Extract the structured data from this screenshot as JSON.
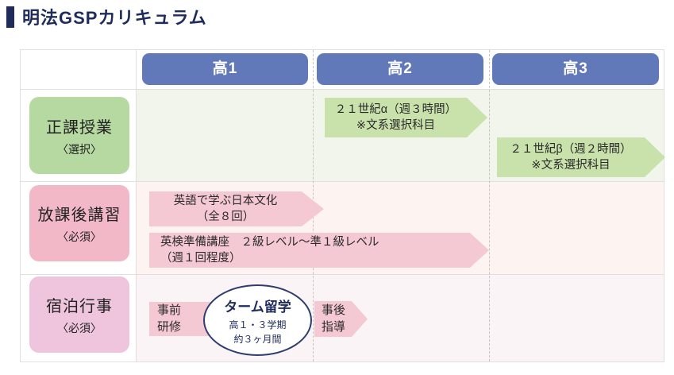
{
  "title": "明法GSPカリキュラム",
  "columns": [
    {
      "label": "高1"
    },
    {
      "label": "高2"
    },
    {
      "label": "高3"
    }
  ],
  "row_headers": [
    {
      "label": "正課授業",
      "tag": "〈選択〉"
    },
    {
      "label": "放課後講習",
      "tag": "〈必須〉"
    },
    {
      "label": "宿泊行事",
      "tag": "〈必須〉"
    }
  ],
  "regular_classes": {
    "alpha": {
      "line1": "２１世紀α（週３時間）",
      "line2": "※文系選択科目"
    },
    "beta": {
      "line1": "２１世紀β（週２時間）",
      "line2": "※文系選択科目"
    }
  },
  "after_school": {
    "japan_culture": {
      "line1": "英語で学ぶ日本文化",
      "line2": "（全８回）"
    },
    "eiken": {
      "line1": "英検準備講座　２級レベル～準１級レベル",
      "line2": "（週１回程度）"
    }
  },
  "overnight": {
    "pre_training": {
      "line1": "事前",
      "line2": "研修"
    },
    "term_study": {
      "title": "ターム留学",
      "sub1": "高１・３学期",
      "sub2": "約３ヶ月間"
    },
    "post_guidance": {
      "line1": "事後",
      "line2": "指導"
    }
  },
  "colors": {
    "accent_navy": "#1f2b5b",
    "header_blue": "#6279b9",
    "green_box": "#b6d8a1",
    "pink_box": "#f3b8c7",
    "purple_pink_box": "#eec5dc",
    "arrow_green": "#c9e2ab",
    "arrow_pink": "#f5c9d4",
    "row_bg_green": "#f1f5eb",
    "row_bg_pink": "#fdf4f1",
    "row_bg_purple": "#faf4f7"
  }
}
